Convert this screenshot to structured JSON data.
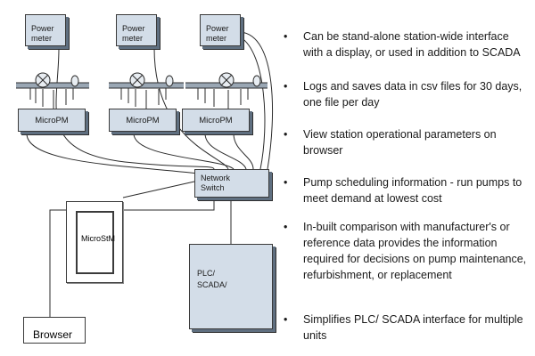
{
  "diagram": {
    "power_meters": [
      "Power\nmeter",
      "Power\nmeter",
      "Power\nmeter"
    ],
    "micro_pms": [
      "MicroPM",
      "MicroPM",
      "MicroPM"
    ],
    "network_switch": "Network\nSwitch",
    "micro_stm": "MicroStM",
    "plc_scada": "PLC/\nSCADA/",
    "browser": "Browser"
  },
  "bullets": [
    "Can be stand-alone station-wide interface with a display, or used in addition to SCADA",
    "Logs and saves data in csv files for 30 days, one file per day",
    "View station operational parameters on browser",
    "Pump scheduling information - run pumps to meet demand at lowest cost",
    "In-built comparison with manufacturer's or reference data provides the information required for decisions on pump maintenance, refurbishment, or replacement",
    "Simplifies PLC/ SCADA interface for multiple units"
  ],
  "bullet_glyph": "•"
}
